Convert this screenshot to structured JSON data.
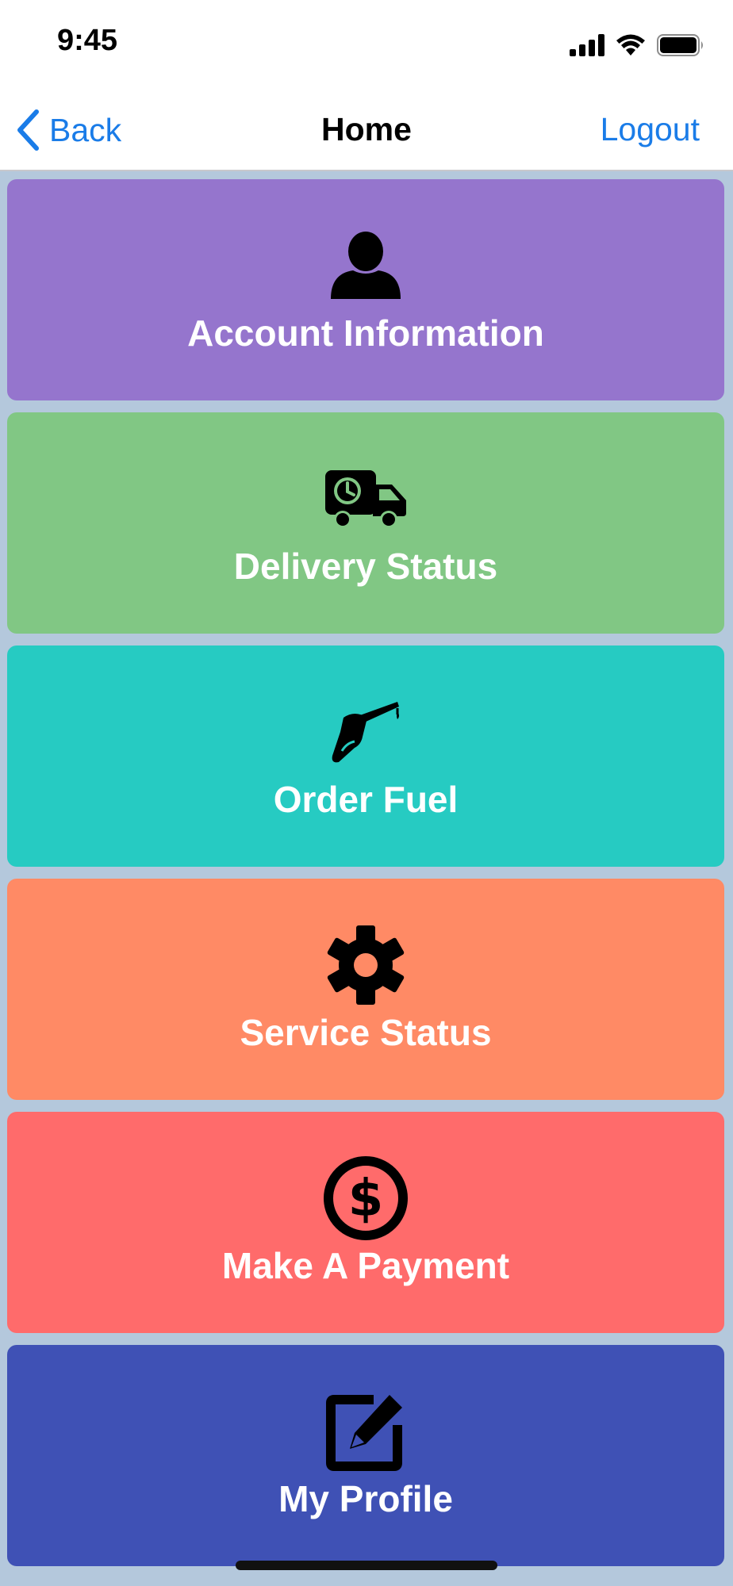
{
  "status_bar": {
    "time": "9:45",
    "icons": [
      "cellular-signal-icon",
      "wifi-icon",
      "battery-icon"
    ]
  },
  "nav": {
    "back_label": "Back",
    "title": "Home",
    "logout_label": "Logout",
    "accent_color": "#1a7ce8"
  },
  "tiles": [
    {
      "label": "Account Information",
      "icon": "person-icon",
      "color": "#9575cd"
    },
    {
      "label": "Delivery Status",
      "icon": "delivery-truck-icon",
      "color": "#81c784"
    },
    {
      "label": "Order Fuel",
      "icon": "fuel-nozzle-icon",
      "color": "#26cbc2"
    },
    {
      "label": "Service Status",
      "icon": "gear-icon",
      "color": "#ff8a65"
    },
    {
      "label": "Make A Payment",
      "icon": "dollar-icon",
      "color": "#ff6b6b"
    },
    {
      "label": "My Profile",
      "icon": "edit-profile-icon",
      "color": "#3f51b5"
    }
  ]
}
